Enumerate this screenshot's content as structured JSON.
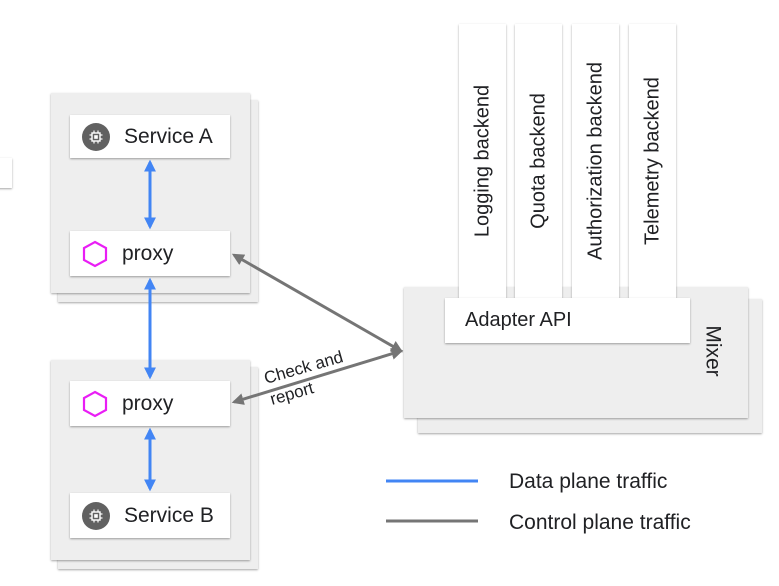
{
  "services": {
    "a": {
      "label": "Service A",
      "icon": "chip-icon"
    },
    "b": {
      "label": "Service B",
      "icon": "chip-icon"
    }
  },
  "proxies": {
    "top": {
      "label": "proxy",
      "icon": "hexagon-icon"
    },
    "bottom": {
      "label": "proxy",
      "icon": "hexagon-icon"
    }
  },
  "backends": [
    {
      "label": "Logging backend"
    },
    {
      "label": "Quota backend"
    },
    {
      "label": "Authorization backend"
    },
    {
      "label": "Telemetry backend"
    }
  ],
  "mixer": {
    "label": "Mixer",
    "adapter_label": "Adapter API"
  },
  "annotation": {
    "line1": "Check and",
    "line2": "report"
  },
  "legend": [
    {
      "label": "Data plane traffic",
      "color": "#4285f4"
    },
    {
      "label": "Control plane traffic",
      "color": "#757575"
    }
  ],
  "colors": {
    "data_plane": "#4285f4",
    "control_plane": "#757575",
    "proxy_hex": "#e91ef5"
  }
}
